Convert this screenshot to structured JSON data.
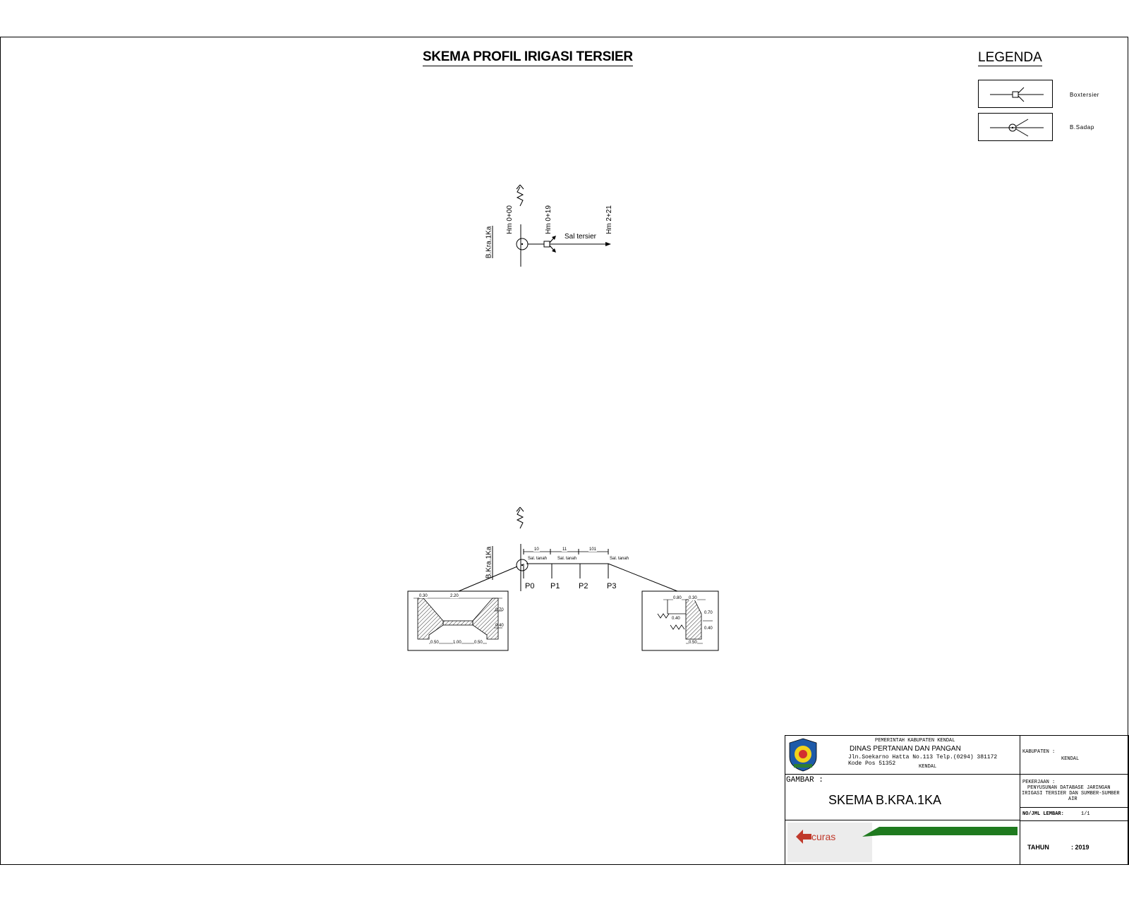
{
  "title": "SKEMA PROFIL IRIGASI TERSIER",
  "legend": {
    "title": "LEGENDA",
    "items": [
      {
        "label": "Boxtersier",
        "symbol": "box-tersier-icon"
      },
      {
        "label": "B.Sadap",
        "symbol": "bangunan-sadap-icon"
      }
    ]
  },
  "schema_top": {
    "node_label": "B.Kra.1Ka",
    "stations": [
      "Hm 0+00",
      "Hm 0+19",
      "Hm 2+21"
    ],
    "channel_label": "Sal tersier"
  },
  "schema_bottom": {
    "node_label": "B.Kra.1Ka",
    "points": [
      "P0",
      "P1",
      "P2",
      "P3"
    ],
    "segment_lengths": [
      "10",
      "11",
      "101"
    ],
    "segment_notes": [
      "Sal. tanah",
      "Sal. tanah",
      "Sal. tanah"
    ],
    "section_left": {
      "top_width": "2.20",
      "edge": "0.30",
      "base_left": "0.50",
      "base_mid": "1.00",
      "base_right": "0.50",
      "h1": "0.70",
      "h2": "0.40"
    },
    "section_right": {
      "top": "0.80",
      "edge": "0.30",
      "h1": "0.70",
      "h2": "0.40",
      "inner": "0.40",
      "base": "0.50"
    }
  },
  "titleblock": {
    "gov": "PEMERINTAH KABUPATEN KENDAL",
    "agency": "DINAS PERTANIAN DAN PANGAN",
    "address": "Jln.Soekarno Hatta No.113 Telp.(0294) 381172",
    "postcode": "Kode Pos 51352",
    "city": "KENDAL",
    "kabupaten_label": "KABUPATEN :",
    "kabupaten_value": "KENDAL",
    "gambar_label": "GAMBAR :",
    "gambar_value": "SKEMA B.KRA.1KA",
    "pekerjaan_label": "PEKERJAAN :",
    "pekerjaan_lines": [
      "PENYUSUNAN DATABASE JARINGAN",
      "IRIGASI TERSIER DAN SUMBER-SUMBER",
      "AIR"
    ],
    "sheet_label": "NO/JML LEMBAR:",
    "sheet_value": "1/1",
    "year_label": "TAHUN",
    "year_value": ": 2019",
    "consultant_logo_text": "curas",
    "colors": {
      "green_band": "#1f7a1f",
      "logo_red": "#c0392b"
    }
  }
}
